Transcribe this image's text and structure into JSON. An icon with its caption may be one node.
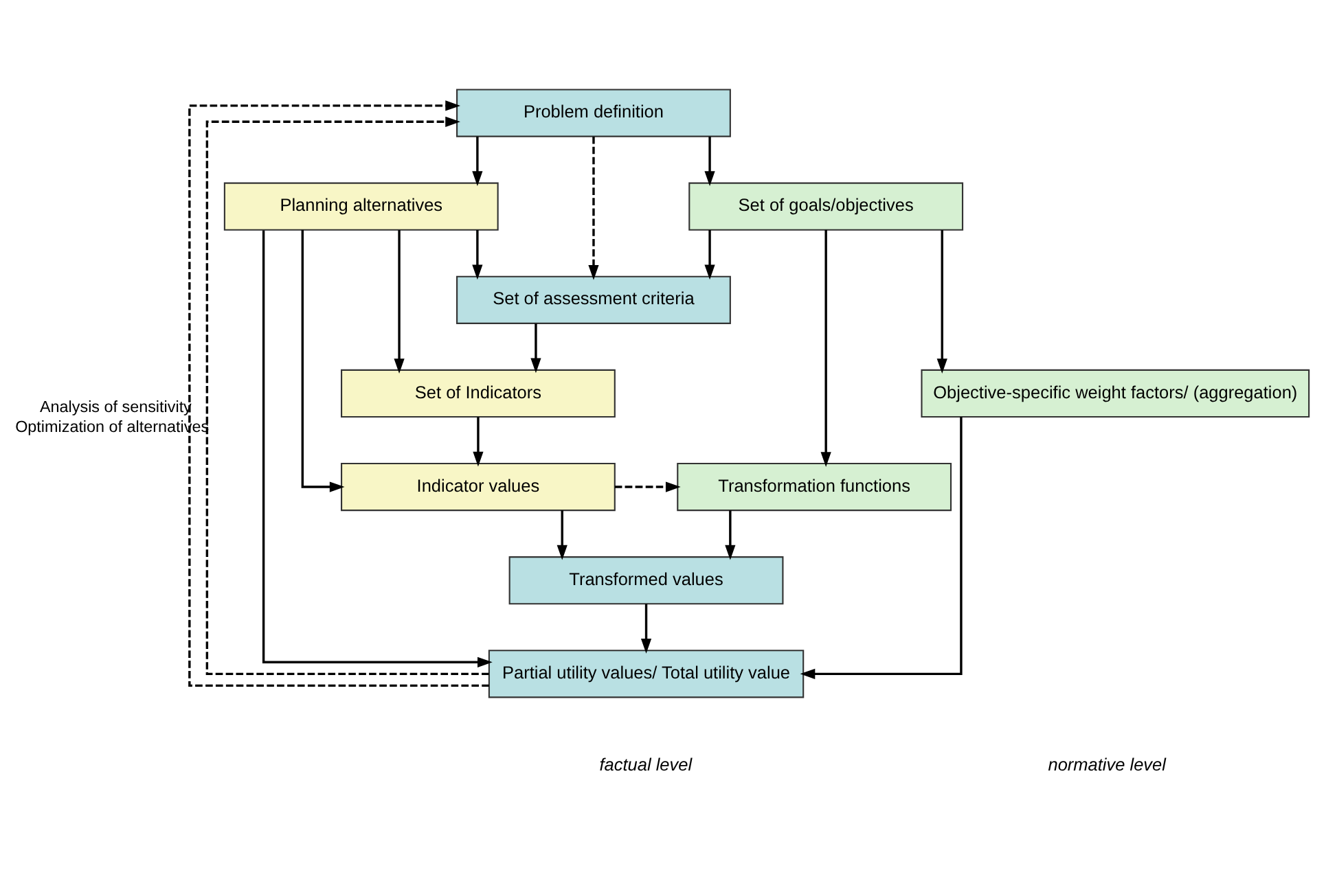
{
  "diagram": {
    "nodes": [
      {
        "text": [
          "Problem definition"
        ]
      },
      {
        "text": [
          "Planning alternatives"
        ]
      },
      {
        "text": [
          "Set of goals/objectives"
        ]
      },
      {
        "text": [
          "Set of assessment criteria"
        ]
      },
      {
        "text": [
          "Set of Indicators"
        ]
      },
      {
        "text": [
          "Indicator values"
        ]
      },
      {
        "text": [
          "Transformation functions"
        ]
      },
      {
        "text": [
          "Transformed values"
        ]
      },
      {
        "text": [
          "Objective-specific weight factors/ (aggregation)"
        ]
      },
      {
        "text": [
          "Partial utility values/ Total utility value"
        ]
      }
    ],
    "edges": [
      {
        "from": 0,
        "to": 1,
        "arrow": "to"
      },
      {
        "from": 0,
        "to": 2,
        "arrow": "to"
      },
      {
        "from": 0,
        "to": 3,
        "arrow": "to",
        "style": "dashed"
      },
      {
        "from": 1,
        "to": 3,
        "arrow": "to"
      },
      {
        "from": 2,
        "to": 3,
        "arrow": "to"
      },
      {
        "from": 3,
        "to": 4,
        "arrow": "to"
      },
      {
        "from": 1,
        "to": 4,
        "arrow": "to"
      },
      {
        "from": 4,
        "to": 5,
        "arrow": "to"
      },
      {
        "from": 1,
        "to": 5,
        "arrow": "to"
      },
      {
        "from": 2,
        "to": 6,
        "arrow": "to"
      },
      {
        "from": 5,
        "to": 6,
        "arrow": "to",
        "style": "dashed"
      },
      {
        "from": 5,
        "to": 7,
        "arrow": "to"
      },
      {
        "from": 6,
        "to": 7,
        "arrow": "to"
      },
      {
        "from": 2,
        "to": 8,
        "arrow": "to"
      },
      {
        "from": 7,
        "to": 9,
        "arrow": "to"
      },
      {
        "from": 1,
        "to": 9,
        "arrow": "to"
      },
      {
        "from": 8,
        "to": 9,
        "arrow": "to"
      },
      {
        "from": 9,
        "to": 0,
        "arrow": "to",
        "style": "dashed",
        "label": "Optimization of alternatives"
      },
      {
        "from": 9,
        "to": 0,
        "arrow": "to",
        "style": "dashed",
        "label": "Analysis of sensitivity"
      }
    ],
    "labels": [
      "factual level",
      "normative level"
    ]
  }
}
